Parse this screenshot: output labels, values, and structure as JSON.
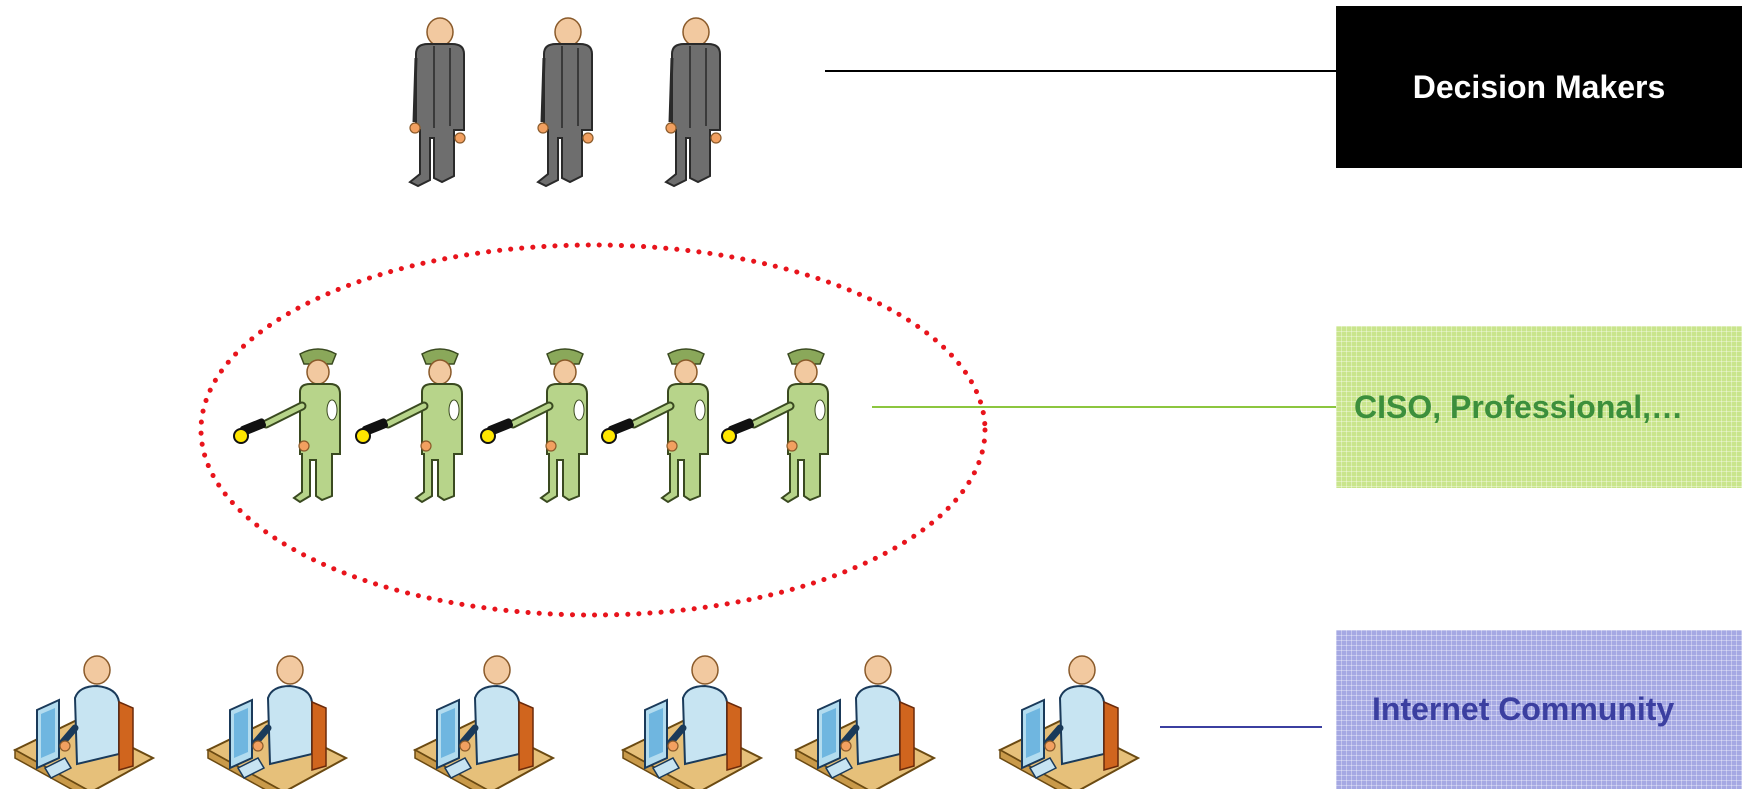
{
  "labels": {
    "decision_makers": "Decision Makers",
    "ciso": "CISO, Professional,…",
    "internet_community": "Internet Community"
  },
  "groups": {
    "decision_makers_count": 3,
    "guards_count": 5,
    "users_count": 6
  },
  "colors": {
    "decision_box": "#000000",
    "ciso_box": "#c9e58c",
    "internet_box": "#a5a8e3",
    "ellipse_dots": "#e8141c",
    "ciso_line": "#8cc63f",
    "internet_line": "#3b3fa0"
  },
  "icons": [
    "businessman-icon",
    "security-guard-icon",
    "computer-user-icon"
  ]
}
